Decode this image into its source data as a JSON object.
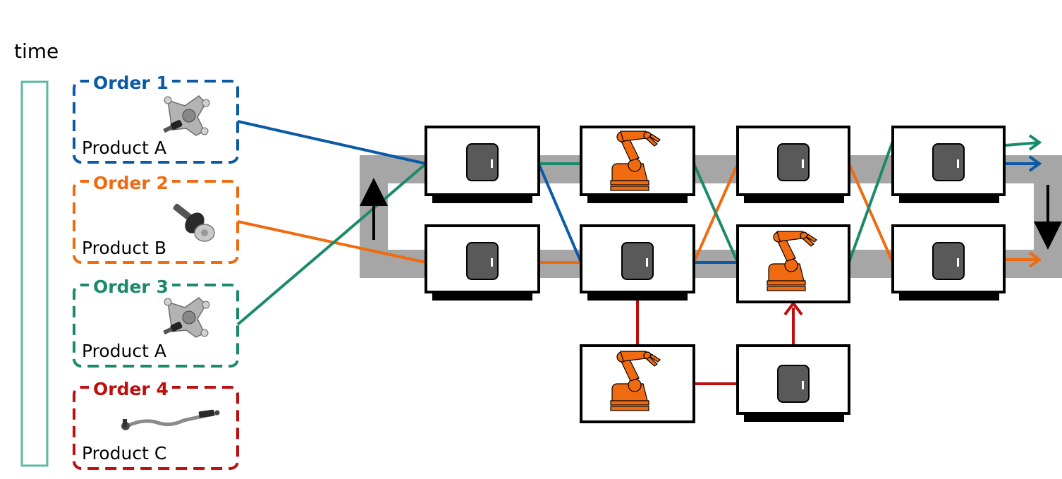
{
  "time_label": "time",
  "orders": [
    {
      "title": "Order 1",
      "product": "Product A",
      "part": "ball-joint",
      "color": "#0B5AA6"
    },
    {
      "title": "Order 2",
      "product": "Product B",
      "part": "axial-joint",
      "color": "#F06A0F"
    },
    {
      "title": "Order 3",
      "product": "Product A",
      "part": "ball-joint",
      "color": "#1B8A6B"
    },
    {
      "title": "Order 4",
      "product": "Product C",
      "part": "tie-rod",
      "color": "#BE0E0E"
    }
  ],
  "stations": [
    {
      "id": "s1",
      "type": "machine"
    },
    {
      "id": "s2",
      "type": "robot"
    },
    {
      "id": "s3",
      "type": "machine"
    },
    {
      "id": "s4",
      "type": "machine"
    },
    {
      "id": "s5",
      "type": "machine"
    },
    {
      "id": "s6",
      "type": "machine"
    },
    {
      "id": "s7",
      "type": "robot"
    },
    {
      "id": "s8",
      "type": "machine"
    },
    {
      "id": "s9",
      "type": "robot"
    },
    {
      "id": "s10",
      "type": "machine"
    }
  ],
  "colors": {
    "timeline": "#5BBBA0",
    "conveyor": "#A6A6A6",
    "robot": "#F06A0F",
    "machine_door": "#595959"
  }
}
